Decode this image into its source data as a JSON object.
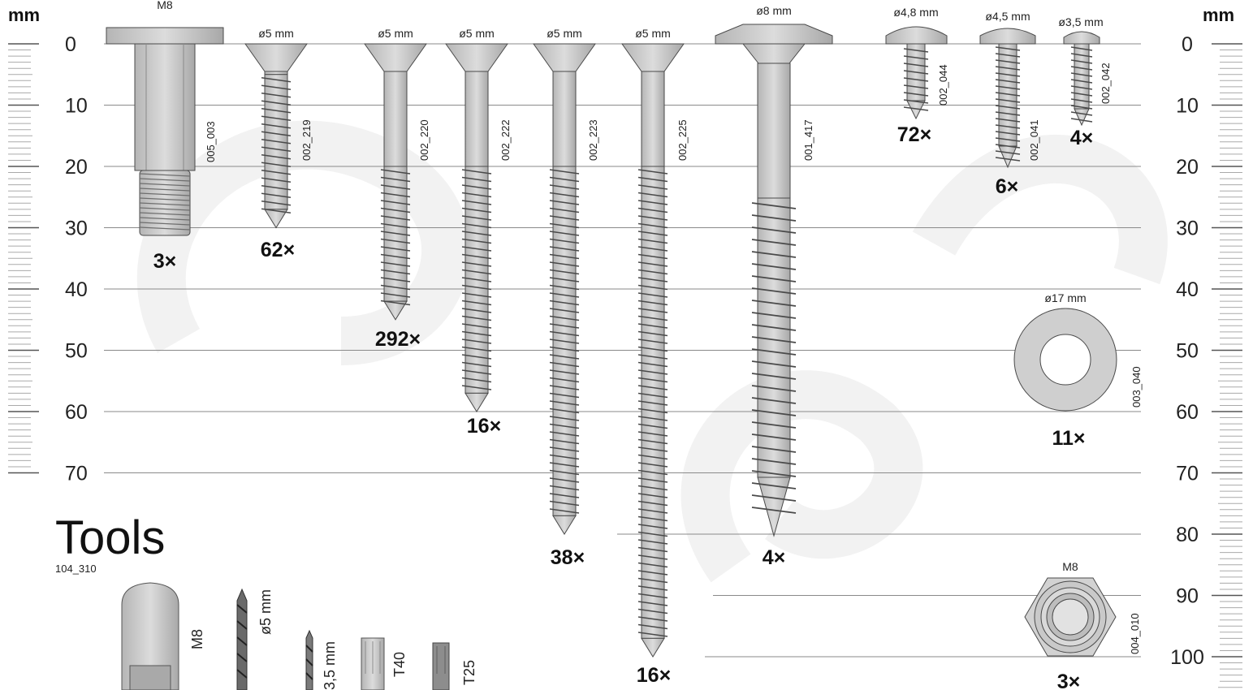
{
  "units": {
    "left": "mm",
    "right": "mm"
  },
  "scale_ticks": [
    "0",
    "10",
    "20",
    "30",
    "40",
    "50",
    "60",
    "70",
    "80",
    "90",
    "100"
  ],
  "title": "Tools",
  "title_code": "104_310",
  "parts": [
    {
      "id": "p1",
      "size": "M8",
      "code": "005_003",
      "count": "3×"
    },
    {
      "id": "p2",
      "size": "ø5 mm",
      "code": "002_219",
      "count": "62×"
    },
    {
      "id": "p3",
      "size": "ø5 mm",
      "code": "002_220",
      "count": "292×"
    },
    {
      "id": "p4",
      "size": "ø5 mm",
      "code": "002_222",
      "count": "16×"
    },
    {
      "id": "p5",
      "size": "ø5 mm",
      "code": "002_223",
      "count": "38×"
    },
    {
      "id": "p6",
      "size": "ø5 mm",
      "code": "002_225",
      "count": "16×"
    },
    {
      "id": "p7",
      "size": "ø8 mm",
      "code": "001_417",
      "count": "4×"
    },
    {
      "id": "p8",
      "size": "ø4,8 mm",
      "code": "002_044",
      "count": "72×"
    },
    {
      "id": "p9",
      "size": "ø4,5 mm",
      "code": "002_041",
      "count": "6×"
    },
    {
      "id": "p10",
      "size": "ø3,5 mm",
      "code": "002_042",
      "count": "4×"
    },
    {
      "id": "p11",
      "size": "ø17 mm",
      "code": "003_040",
      "count": "11×"
    },
    {
      "id": "p12",
      "size": "M8",
      "code": "004_010",
      "count": "3×"
    }
  ],
  "tools": [
    {
      "id": "t1",
      "label": "M8",
      "icon": "socket-bit-icon"
    },
    {
      "id": "t2",
      "label": "ø5 mm",
      "icon": "drill-bit-icon"
    },
    {
      "id": "t3",
      "label": "3,5 mm",
      "icon": "drill-bit-icon"
    },
    {
      "id": "t4",
      "label": "T40",
      "icon": "torx-bit-icon"
    },
    {
      "id": "t5",
      "label": "T25",
      "icon": "torx-bit-icon"
    }
  ],
  "colors": {
    "metal": "#c8c8c8",
    "metal_dark": "#9a9a9a",
    "outline": "#4a4a4a",
    "line": "#8a8a8a"
  }
}
